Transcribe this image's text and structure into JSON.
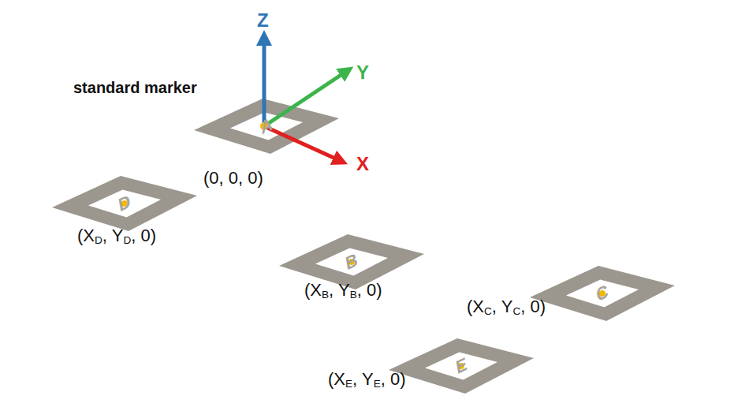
{
  "diagram": {
    "labels": [
      "Z",
      "Y",
      "X",
      "standard marker",
      "(0, 0, 0)",
      "(XD, YD, 0)",
      "(XB, YB, 0)",
      "(XC, YC, 0)",
      "(XE, YE, 0)",
      "A",
      "D",
      "B",
      "C",
      "E"
    ]
  }
}
